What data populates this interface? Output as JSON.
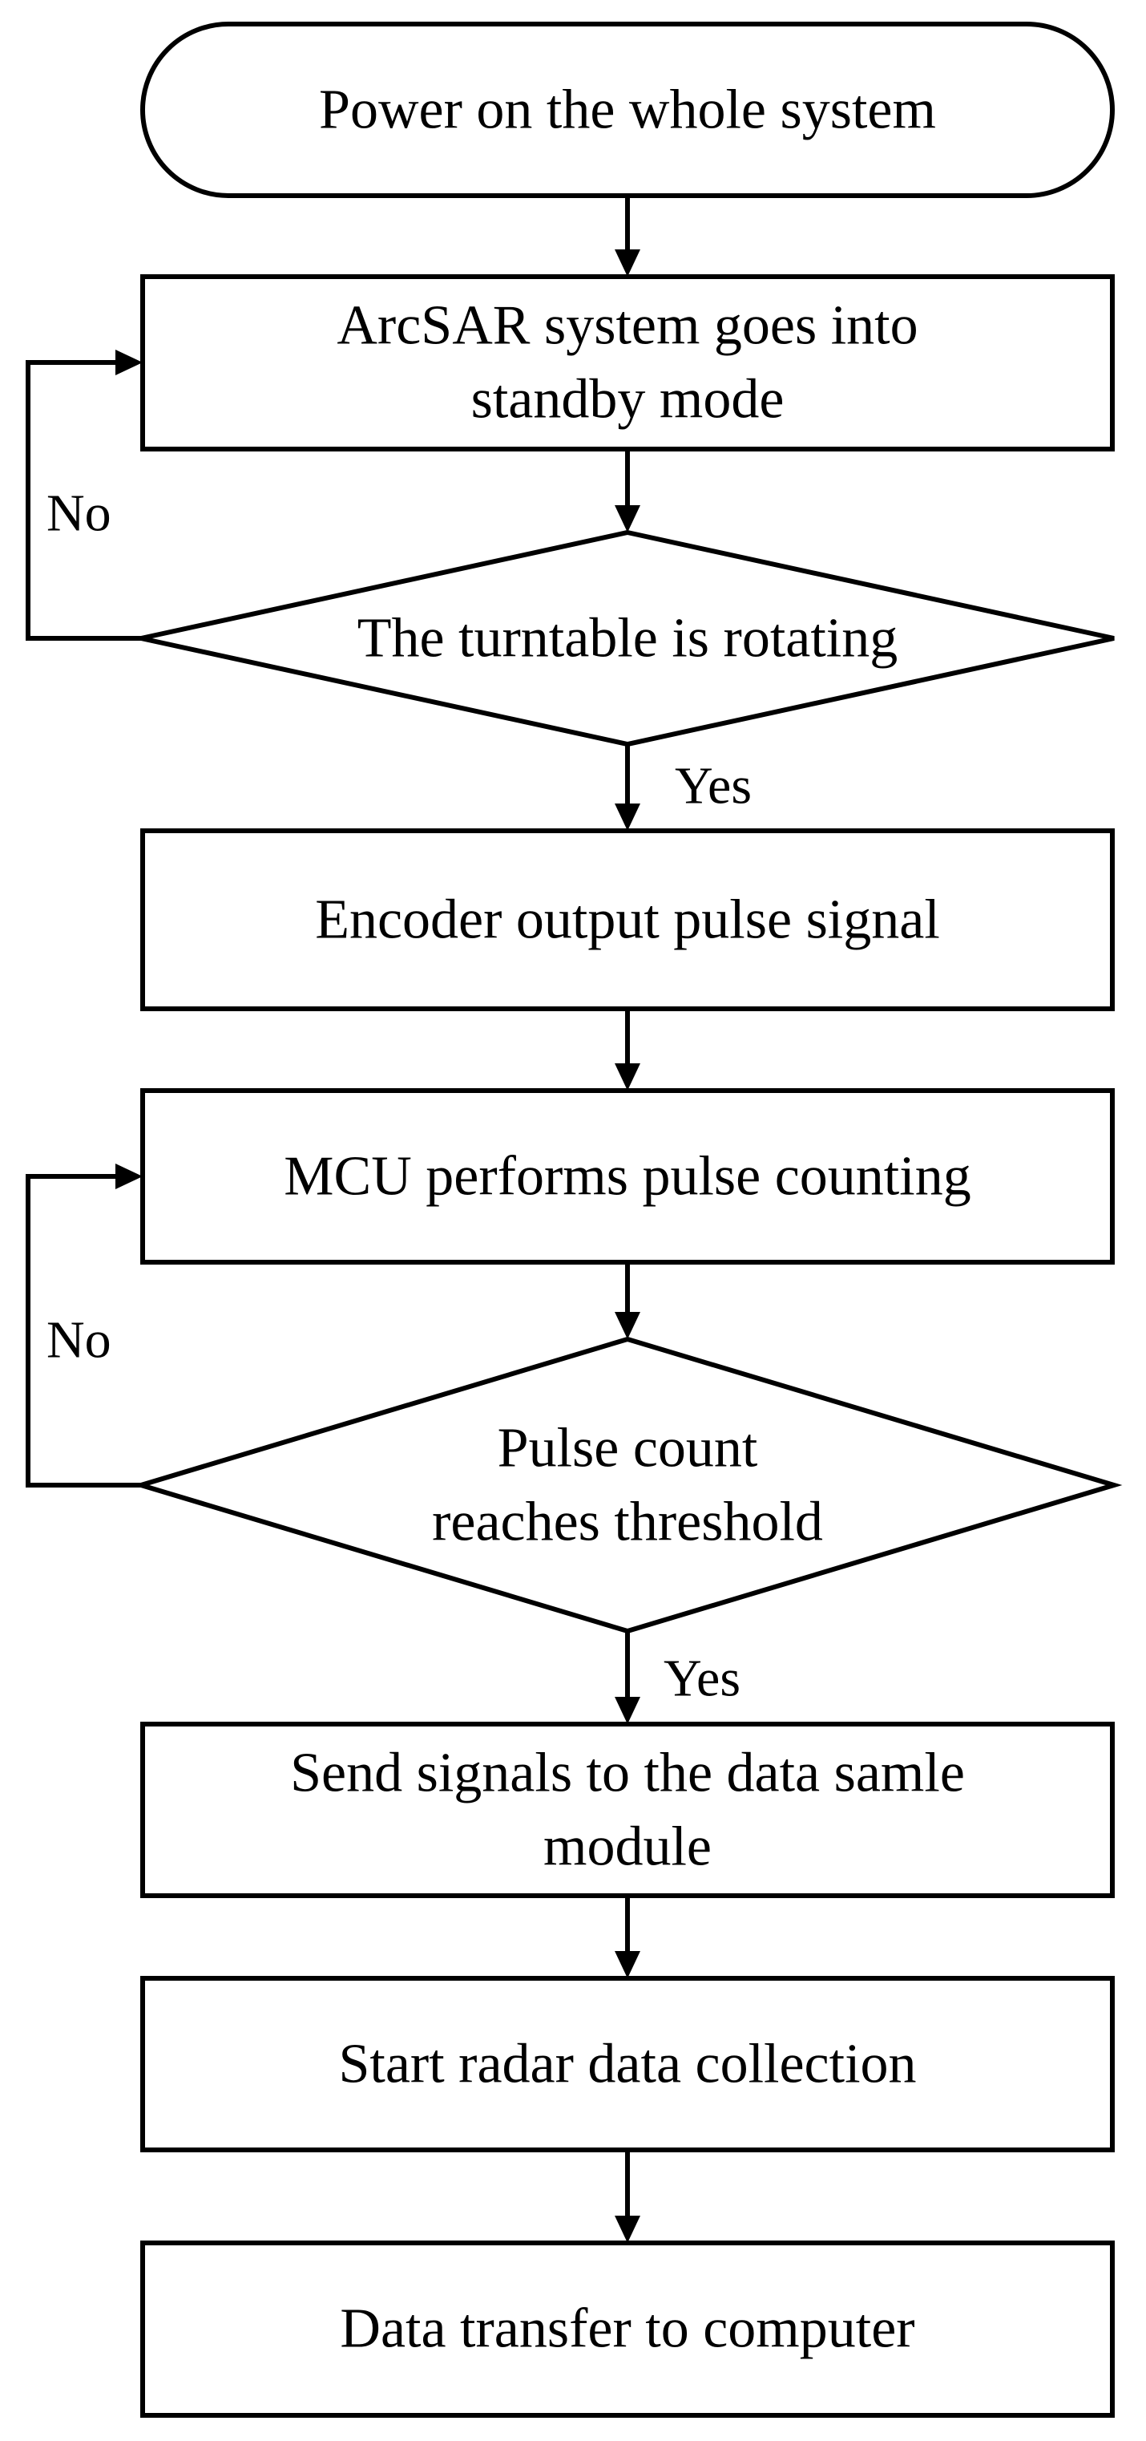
{
  "flowchart": {
    "nodes": [
      {
        "id": "power_on",
        "shape": "terminal",
        "lines": [
          "Power on the whole system"
        ]
      },
      {
        "id": "standby",
        "shape": "process",
        "lines": [
          "ArcSAR system goes into",
          "standby mode"
        ]
      },
      {
        "id": "turntable",
        "shape": "decision",
        "lines": [
          "The turntable is rotating"
        ]
      },
      {
        "id": "encoder",
        "shape": "process",
        "lines": [
          "Encoder output pulse signal"
        ]
      },
      {
        "id": "mcu",
        "shape": "process",
        "lines": [
          "MCU performs pulse counting"
        ]
      },
      {
        "id": "threshold",
        "shape": "decision",
        "lines": [
          "Pulse count",
          "reaches threshold"
        ]
      },
      {
        "id": "send_signals",
        "shape": "process",
        "lines": [
          "Send signals to the data samle",
          "module"
        ]
      },
      {
        "id": "start_collection",
        "shape": "process",
        "lines": [
          "Start radar data collection"
        ]
      },
      {
        "id": "transfer",
        "shape": "process",
        "lines": [
          "Data transfer to computer"
        ]
      }
    ],
    "edges": [
      {
        "from": "power_on",
        "to": "standby",
        "label": ""
      },
      {
        "from": "standby",
        "to": "turntable",
        "label": ""
      },
      {
        "from": "turntable",
        "to": "encoder",
        "label": "Yes"
      },
      {
        "from": "turntable",
        "to": "standby",
        "label": "No"
      },
      {
        "from": "encoder",
        "to": "mcu",
        "label": ""
      },
      {
        "from": "mcu",
        "to": "threshold",
        "label": ""
      },
      {
        "from": "threshold",
        "to": "send_signals",
        "label": "Yes"
      },
      {
        "from": "threshold",
        "to": "mcu",
        "label": "No"
      },
      {
        "from": "send_signals",
        "to": "start_collection",
        "label": ""
      },
      {
        "from": "start_collection",
        "to": "transfer",
        "label": ""
      }
    ]
  }
}
